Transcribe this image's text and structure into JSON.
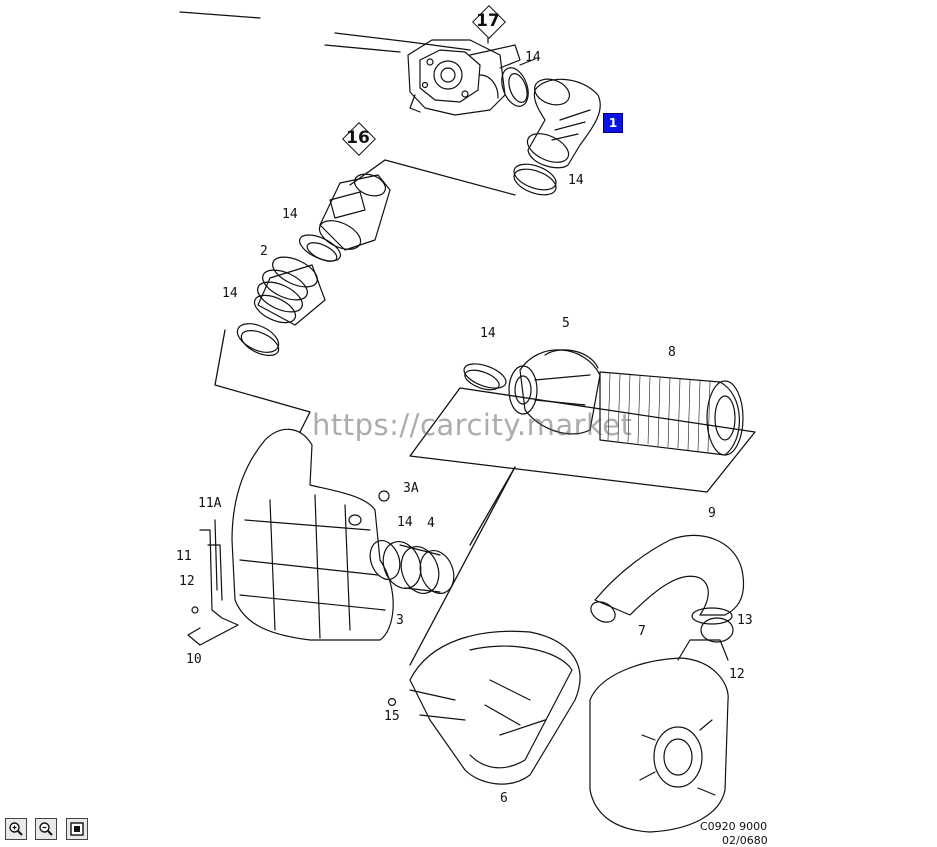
{
  "callouts": {
    "group_17": "17",
    "group_16": "16"
  },
  "selected_part": "1",
  "part_labels": {
    "p14a": "14",
    "p14b": "14",
    "p14c": "14",
    "p14d": "14",
    "p14e": "14",
    "p14f": "14",
    "p2": "2",
    "p5": "5",
    "p8": "8",
    "p3a": "3A",
    "p4": "4",
    "p11a": "11A",
    "p11": "11",
    "p12a": "12",
    "p10": "10",
    "p3": "3",
    "p9": "9",
    "p13": "13",
    "p7": "7",
    "p12b": "12",
    "p15": "15",
    "p6": "6"
  },
  "watermark": "https://carcity.market",
  "drawing_code_1": "C0920 9000",
  "drawing_code_2": "02/0680",
  "toolbar": {
    "zoom_in_icon": "magnifier-plus",
    "zoom_out_icon": "magnifier-minus",
    "fit_icon": "fit-to-window"
  },
  "colors": {
    "selected_bg": "#0a14e6",
    "line": "#111111"
  }
}
